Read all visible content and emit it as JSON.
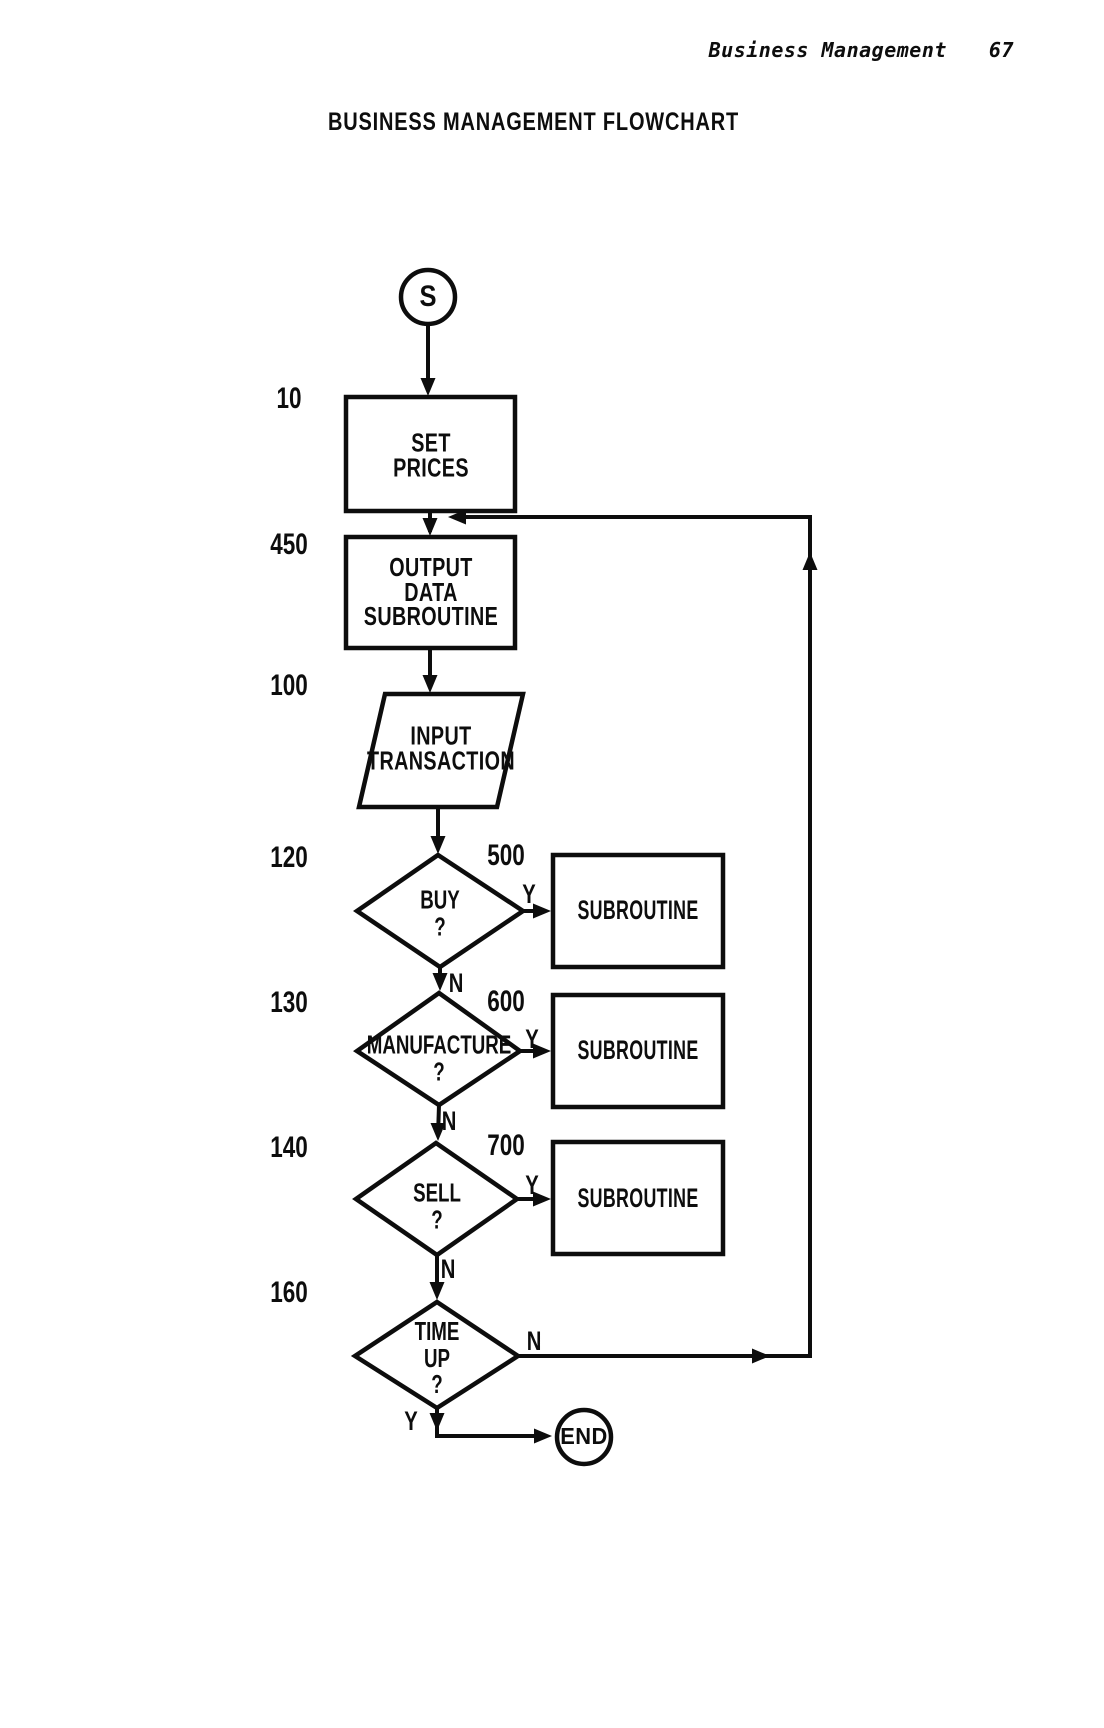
{
  "page": {
    "running_header": "Business Management",
    "page_number": "67",
    "title": "BUSINESS MANAGEMENT FLOWCHART",
    "paper_color": "#ffffff",
    "ink_color": "#0d0d0d"
  },
  "flowchart": {
    "start_label": "S",
    "end_label": "END",
    "process_nodes": [
      {
        "number": "10",
        "label": "SET\nPRICES"
      },
      {
        "number": "450",
        "label": "OUTPUT\nDATA\nSUBROUTINE"
      },
      {
        "number": "100",
        "label": "INPUT\nTRANSACTION"
      }
    ],
    "decisions": [
      {
        "number": "120",
        "label": "BUY\n?",
        "yes_label": "Y",
        "no_label": "N",
        "subroutine_number": "500",
        "subroutine_label": "SUBROUTINE"
      },
      {
        "number": "130",
        "label": "MANUFACTURE\n?",
        "yes_label": "Y",
        "no_label": "N",
        "subroutine_number": "600",
        "subroutine_label": "SUBROUTINE"
      },
      {
        "number": "140",
        "label": "SELL\n?",
        "yes_label": "Y",
        "no_label": "N",
        "subroutine_number": "700",
        "subroutine_label": "SUBROUTINE"
      },
      {
        "number": "160",
        "label": "TIME\nUP\n?",
        "yes_label": "Y",
        "no_label": "N"
      }
    ]
  }
}
